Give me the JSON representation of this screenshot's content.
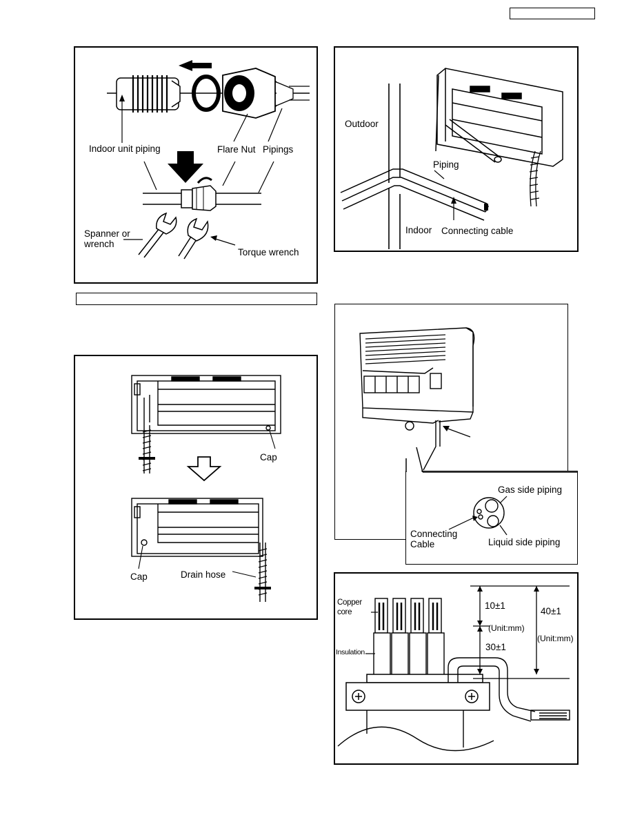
{
  "header": {
    "box_text": ""
  },
  "fig1": {
    "indoor_unit_piping": "Indoor unit piping",
    "flare_nut": "Flare Nut",
    "pipings": "Pipings",
    "spanner_line1": "Spanner or",
    "spanner_line2": "wrench",
    "torque_wrench": "Torque wrench"
  },
  "caption_bar": {
    "text": ""
  },
  "fig2": {
    "cap_right": "Cap",
    "cap_left": "Cap",
    "drain_hose": "Drain hose"
  },
  "fig3": {
    "outdoor": "Outdoor",
    "piping": "Piping",
    "indoor": "Indoor",
    "connecting_cable": "Connecting cable"
  },
  "fig4": {
    "gas_side_piping": "Gas side piping",
    "connecting_line1": "Connecting",
    "connecting_line2": "Cable",
    "liquid_side_piping": "Liquid side piping"
  },
  "fig5": {
    "copper_line1": "Copper",
    "copper_line2": "core",
    "insulation": "Insulation",
    "dim_10": "10±1",
    "dim_30": "30±1",
    "dim_40": "40±1",
    "unit_left": "(Unit:mm)",
    "unit_right": "(Unit:mm)"
  }
}
